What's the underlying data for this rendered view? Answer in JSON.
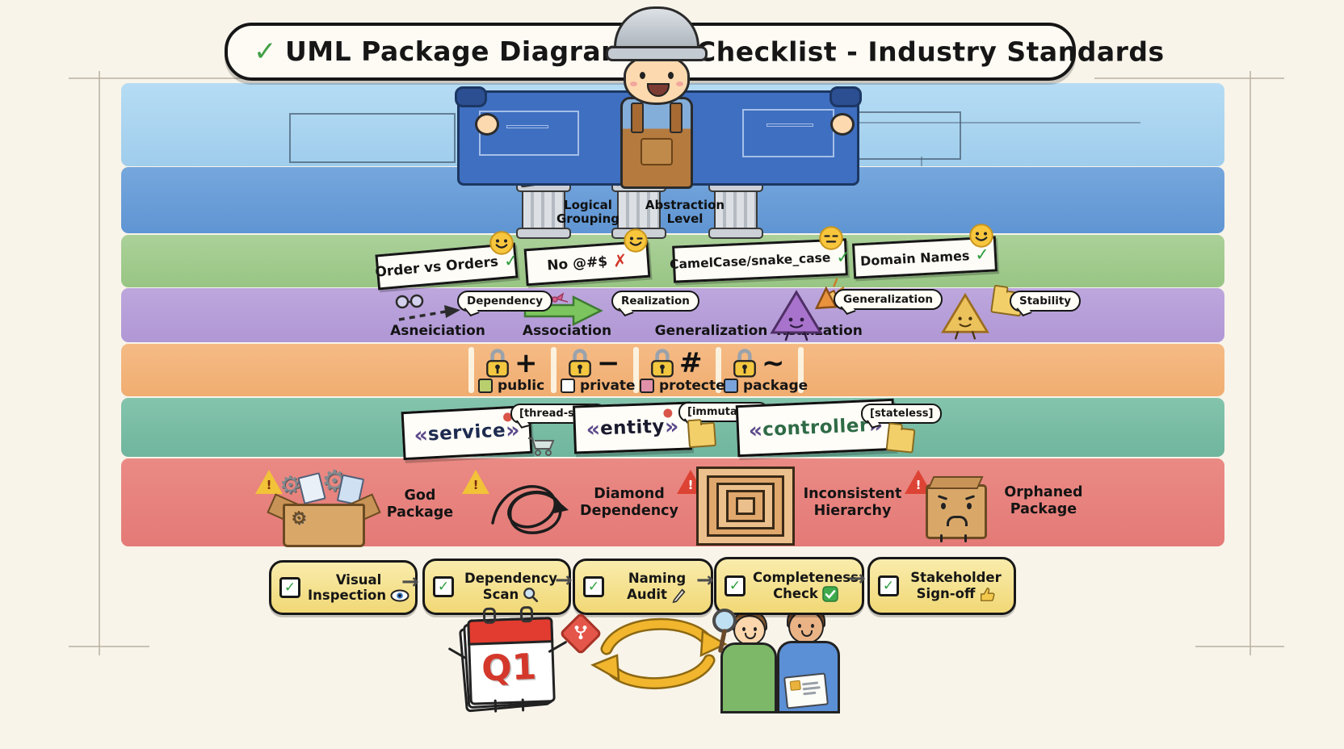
{
  "title": {
    "check": "✓",
    "left": "UML Package Diagram",
    "right": "Checklist - Industry Standards"
  },
  "foundation": {
    "labels": [
      "Logical Grouping",
      "Abstraction Level"
    ],
    "pedestal_icons": [
      "puzzle-icon",
      "telescope-icon",
      "anchor-icon"
    ]
  },
  "naming": {
    "cards": [
      {
        "text": "Order vs Orders",
        "mark": "✓",
        "emoji": "happy"
      },
      {
        "text": "No @#$",
        "mark": "✗",
        "emoji": "wink"
      },
      {
        "text": "CamelCase/snake_case",
        "mark": "✓",
        "emoji": "neutral"
      },
      {
        "text": "Domain Names",
        "mark": "✓",
        "emoji": "happy"
      }
    ]
  },
  "relationships": {
    "items": [
      {
        "bubble": "Dependency",
        "label": "Asneiciation",
        "icon": "glasses-dashed-arrow-icon"
      },
      {
        "bubble": "Realization",
        "label": "Association",
        "icon": "solid-arrow-bow-icon"
      },
      {
        "bubble": "Generalization",
        "label": "Generalization",
        "icon": "purple-triangle-megaphone-icon"
      },
      {
        "bubble": "Stability",
        "label": "Realization",
        "icon": "yellow-triangle-folder-icon"
      }
    ]
  },
  "visibility": {
    "items": [
      {
        "symbol": "+",
        "label": "public",
        "swatch": "#b9cf6e"
      },
      {
        "symbol": "−",
        "label": "private",
        "swatch": "#fdfdfd"
      },
      {
        "symbol": "#",
        "label": "protected",
        "swatch": "#e090a8"
      },
      {
        "symbol": "~",
        "label": "package",
        "swatch": "#7aa3dc"
      }
    ]
  },
  "stereotypes": {
    "cards": [
      {
        "open": "«",
        "word": "service",
        "close": "»",
        "tag": "[thread-safe]"
      },
      {
        "open": "«",
        "word": "entity",
        "close": "»",
        "tag": "[immutable]"
      },
      {
        "open": "«",
        "word": "controller",
        "close": "»",
        "tag": "[stateless]"
      }
    ]
  },
  "antipatterns": {
    "warning_mark": "!",
    "items": [
      {
        "label": "God Package",
        "icon": "overflowing-box-gears-icon"
      },
      {
        "label": "Diamond Dependency",
        "icon": "tangled-scribble-icon"
      },
      {
        "label": "Inconsistent Hierarchy",
        "icon": "nested-squares-icon"
      },
      {
        "label": "Orphaned Package",
        "icon": "sad-box-icon"
      }
    ]
  },
  "checklist": {
    "checkbox_mark": "✓",
    "arrow": "→",
    "steps": [
      {
        "line1": "Visual",
        "line2": "Inspection",
        "icon": "eye-icon"
      },
      {
        "line1": "Dependency",
        "line2": "Scan",
        "icon": "magnifier-icon"
      },
      {
        "line1": "Naming",
        "line2": "Audit",
        "icon": "pencil-icon"
      },
      {
        "line1": "Completeness",
        "line2": "Check",
        "icon": "green-check-badge-icon"
      },
      {
        "line1": "Stakeholder",
        "line2": "Sign-off",
        "icon": "thumbs-up-icon"
      }
    ]
  },
  "footer": {
    "calendar": "Q1"
  },
  "colors": {
    "background": "#f8f4ea",
    "band_light_blue": "#a9d3ef",
    "band_blue": "#6b9ed9",
    "band_green": "#a2cb8e",
    "band_purple": "#b79fd9",
    "band_orange": "#f3b47b",
    "band_teal": "#7abda6",
    "band_red": "#e8817d",
    "checklist_yellow": "#f6e58b",
    "accent_green_check": "#2f9e3f",
    "accent_red_x": "#d3372a",
    "blueprint_blue": "#3f6fc0"
  }
}
